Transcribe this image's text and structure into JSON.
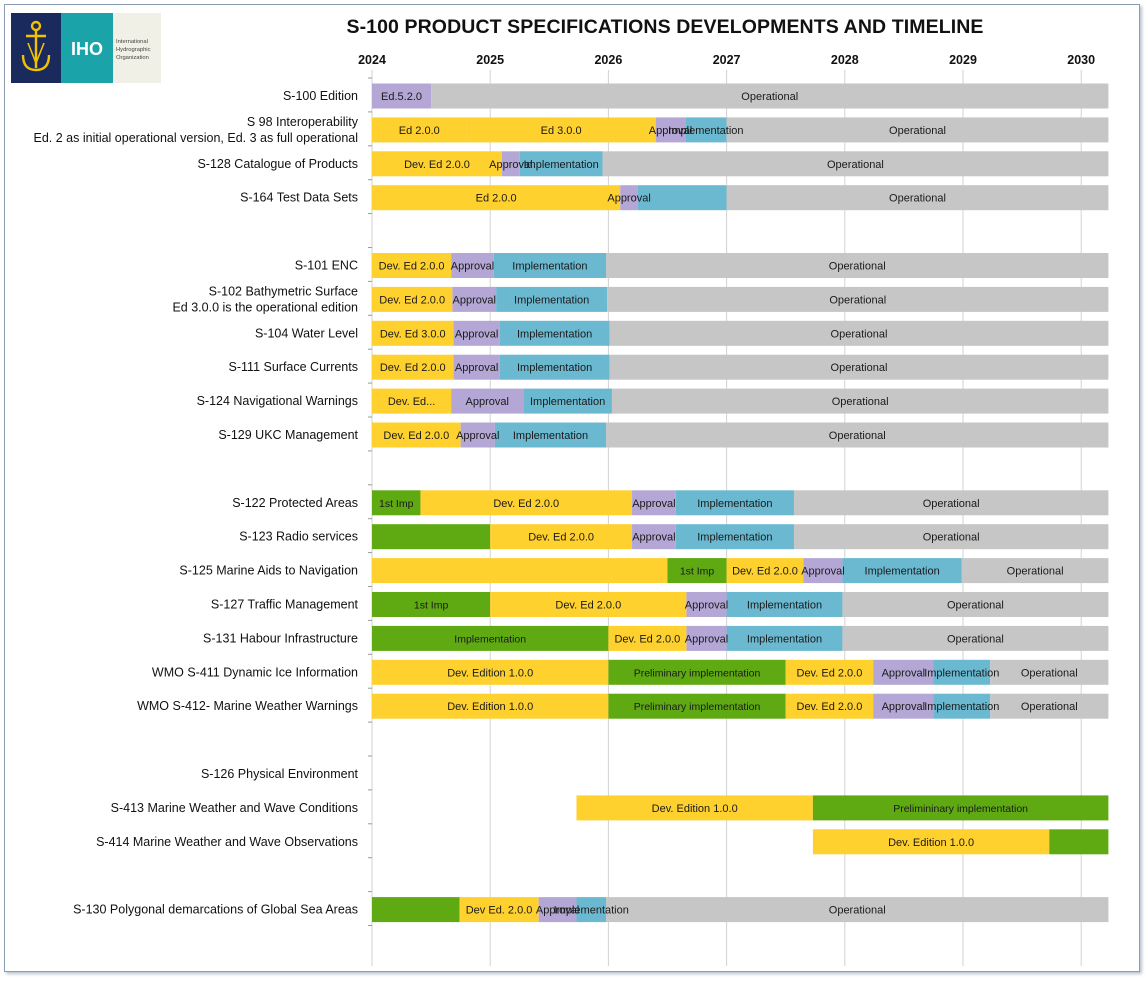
{
  "title": "S-100 PRODUCT SPECIFICATIONS DEVELOPMENTS AND TIMELINE",
  "logo": {
    "abbr": "IHO",
    "line1": "International",
    "line2": "Hydrographic",
    "line3": "Organization",
    "colors": {
      "navy": "#1b2a5c",
      "gold": "#f2c200",
      "teal": "#1aa3a9"
    }
  },
  "colors": {
    "dev": "#ffd12e",
    "approval": "#b4a7d6",
    "implementation": "#6ab9d1",
    "operational": "#c6c6c6",
    "green": "#5fa912"
  },
  "chart_data": {
    "type": "gantt",
    "title": "S-100 PRODUCT SPECIFICATIONS DEVELOPMENTS AND TIMELINE",
    "x_ticks": [
      "2024",
      "2025",
      "2026",
      "2027",
      "2028",
      "2029",
      "2030"
    ],
    "x_range": [
      2024.0,
      2030.23
    ],
    "rows": [
      {
        "label": [
          "S-100 Edition"
        ],
        "bars": [
          {
            "start": 2024.0,
            "end": 2024.5,
            "phase": "approval",
            "text": "Ed.5.2.0"
          },
          {
            "start": 2024.5,
            "end": 2030.23,
            "phase": "operational",
            "text": "Operational"
          }
        ]
      },
      {
        "label": [
          "S 98 Interoperability",
          "Ed. 2 as initial operational version, Ed. 3 as full operational"
        ],
        "bars": [
          {
            "start": 2024.0,
            "end": 2024.8,
            "phase": "dev",
            "text": "Ed 2.0.0"
          },
          {
            "start": 2024.8,
            "end": 2026.4,
            "phase": "dev",
            "text": "Ed 3.0.0"
          },
          {
            "start": 2026.4,
            "end": 2026.65,
            "phase": "approval",
            "text": "Approval"
          },
          {
            "start": 2026.65,
            "end": 2027.0,
            "phase": "implementation",
            "text": "Implementation"
          },
          {
            "start": 2027.0,
            "end": 2030.23,
            "phase": "operational",
            "text": "Operational"
          }
        ]
      },
      {
        "label": [
          "S-128 Catalogue of Products"
        ],
        "bars": [
          {
            "start": 2024.0,
            "end": 2025.1,
            "phase": "dev",
            "text": "Dev. Ed 2.0.0"
          },
          {
            "start": 2025.1,
            "end": 2025.25,
            "phase": "approval",
            "text": "Approval"
          },
          {
            "start": 2025.25,
            "end": 2025.95,
            "phase": "implementation",
            "text": "Implementation"
          },
          {
            "start": 2025.95,
            "end": 2030.23,
            "phase": "operational",
            "text": "Operational"
          }
        ]
      },
      {
        "label": [
          "S-164 Test Data Sets"
        ],
        "bars": [
          {
            "start": 2024.0,
            "end": 2026.1,
            "phase": "dev",
            "text": "Ed 2.0.0"
          },
          {
            "start": 2026.1,
            "end": 2026.25,
            "phase": "approval",
            "text": "Approval"
          },
          {
            "start": 2026.25,
            "end": 2027.0,
            "phase": "implementation",
            "text": ""
          },
          {
            "start": 2027.0,
            "end": 2030.23,
            "phase": "operational",
            "text": "Operational"
          }
        ]
      },
      {
        "label": [],
        "bars": []
      },
      {
        "label": [
          "S-101 ENC"
        ],
        "bars": [
          {
            "start": 2024.0,
            "end": 2024.67,
            "phase": "dev",
            "text": "Dev. Ed 2.0.0"
          },
          {
            "start": 2024.67,
            "end": 2025.03,
            "phase": "approval",
            "text": "Approval"
          },
          {
            "start": 2025.03,
            "end": 2025.98,
            "phase": "implementation",
            "text": "Implementation"
          },
          {
            "start": 2025.98,
            "end": 2030.23,
            "phase": "operational",
            "text": "Operational"
          }
        ]
      },
      {
        "label": [
          "S-102 Bathymetric Surface",
          "Ed 3.0.0 is the operational edition"
        ],
        "bars": [
          {
            "start": 2024.0,
            "end": 2024.68,
            "phase": "dev",
            "text": "Dev. Ed 2.0.0"
          },
          {
            "start": 2024.68,
            "end": 2025.05,
            "phase": "approval",
            "text": "Approval"
          },
          {
            "start": 2025.05,
            "end": 2025.99,
            "phase": "implementation",
            "text": "Implementation"
          },
          {
            "start": 2025.99,
            "end": 2030.23,
            "phase": "operational",
            "text": "Operational"
          }
        ]
      },
      {
        "label": [
          "S-104 Water Level"
        ],
        "bars": [
          {
            "start": 2024.0,
            "end": 2024.69,
            "phase": "dev",
            "text": "Dev. Ed 3.0.0"
          },
          {
            "start": 2024.69,
            "end": 2025.08,
            "phase": "approval",
            "text": "Approval"
          },
          {
            "start": 2025.08,
            "end": 2026.01,
            "phase": "implementation",
            "text": "Implementation"
          },
          {
            "start": 2026.01,
            "end": 2030.23,
            "phase": "operational",
            "text": "Operational"
          }
        ]
      },
      {
        "label": [
          "S-111 Surface Currents"
        ],
        "bars": [
          {
            "start": 2024.0,
            "end": 2024.69,
            "phase": "dev",
            "text": "Dev. Ed 2.0.0"
          },
          {
            "start": 2024.69,
            "end": 2025.08,
            "phase": "approval",
            "text": "Approval"
          },
          {
            "start": 2025.08,
            "end": 2026.01,
            "phase": "implementation",
            "text": "Implementation"
          },
          {
            "start": 2026.01,
            "end": 2030.23,
            "phase": "operational",
            "text": "Operational"
          }
        ]
      },
      {
        "label": [
          "S-124 Navigational Warnings"
        ],
        "bars": [
          {
            "start": 2024.0,
            "end": 2024.67,
            "phase": "dev",
            "text": "Dev. Ed..."
          },
          {
            "start": 2024.67,
            "end": 2025.28,
            "phase": "approval",
            "text": "Approval"
          },
          {
            "start": 2025.28,
            "end": 2026.03,
            "phase": "implementation",
            "text": "Implementation"
          },
          {
            "start": 2026.03,
            "end": 2030.23,
            "phase": "operational",
            "text": "Operational"
          }
        ]
      },
      {
        "label": [
          "S-129 UKC Management"
        ],
        "bars": [
          {
            "start": 2024.0,
            "end": 2024.75,
            "phase": "dev",
            "text": "Dev. Ed 2.0.0"
          },
          {
            "start": 2024.75,
            "end": 2025.04,
            "phase": "approval",
            "text": "Approval"
          },
          {
            "start": 2025.04,
            "end": 2025.98,
            "phase": "implementation",
            "text": "Implementation"
          },
          {
            "start": 2025.98,
            "end": 2030.23,
            "phase": "operational",
            "text": "Operational"
          }
        ]
      },
      {
        "label": [],
        "bars": []
      },
      {
        "label": [
          "S-122 Protected Areas"
        ],
        "bars": [
          {
            "start": 2024.0,
            "end": 2024.41,
            "phase": "green",
            "text": "1st Imp"
          },
          {
            "start": 2024.41,
            "end": 2026.2,
            "phase": "dev",
            "text": "Dev. Ed 2.0.0"
          },
          {
            "start": 2026.2,
            "end": 2026.57,
            "phase": "approval",
            "text": "Approval"
          },
          {
            "start": 2026.57,
            "end": 2027.57,
            "phase": "implementation",
            "text": "Implementation"
          },
          {
            "start": 2027.57,
            "end": 2030.23,
            "phase": "operational",
            "text": "Operational"
          }
        ]
      },
      {
        "label": [
          "S-123 Radio services"
        ],
        "bars": [
          {
            "start": 2024.0,
            "end": 2025.0,
            "phase": "green",
            "text": ""
          },
          {
            "start": 2025.0,
            "end": 2026.2,
            "phase": "dev",
            "text": "Dev. Ed 2.0.0"
          },
          {
            "start": 2026.2,
            "end": 2026.57,
            "phase": "approval",
            "text": "Approval"
          },
          {
            "start": 2026.57,
            "end": 2027.57,
            "phase": "implementation",
            "text": "Implementation"
          },
          {
            "start": 2027.57,
            "end": 2030.23,
            "phase": "operational",
            "text": "Operational"
          }
        ]
      },
      {
        "label": [
          "S-125  Marine Aids to Navigation"
        ],
        "bars": [
          {
            "start": 2024.0,
            "end": 2026.5,
            "phase": "dev",
            "text": ""
          },
          {
            "start": 2026.5,
            "end": 2027.0,
            "phase": "green",
            "text": "1st Imp"
          },
          {
            "start": 2027.0,
            "end": 2027.65,
            "phase": "dev",
            "text": "Dev. Ed 2.0.0"
          },
          {
            "start": 2027.65,
            "end": 2027.98,
            "phase": "approval",
            "text": "Approval"
          },
          {
            "start": 2027.98,
            "end": 2028.99,
            "phase": "implementation",
            "text": "Implementation"
          },
          {
            "start": 2028.99,
            "end": 2030.23,
            "phase": "operational",
            "text": "Operational"
          }
        ]
      },
      {
        "label": [
          "S-127 Traffic Management"
        ],
        "bars": [
          {
            "start": 2024.0,
            "end": 2025.0,
            "phase": "green",
            "text": "1st Imp"
          },
          {
            "start": 2025.0,
            "end": 2026.66,
            "phase": "dev",
            "text": "Dev. Ed 2.0.0"
          },
          {
            "start": 2026.66,
            "end": 2027.0,
            "phase": "approval",
            "text": "Approval"
          },
          {
            "start": 2027.0,
            "end": 2027.98,
            "phase": "implementation",
            "text": "Implementation"
          },
          {
            "start": 2027.98,
            "end": 2030.23,
            "phase": "operational",
            "text": "Operational"
          }
        ]
      },
      {
        "label": [
          "S-131 Habour Infrastructure"
        ],
        "bars": [
          {
            "start": 2024.0,
            "end": 2026.0,
            "phase": "green",
            "text": "Implementation"
          },
          {
            "start": 2026.0,
            "end": 2026.66,
            "phase": "dev",
            "text": "Dev. Ed 2.0.0"
          },
          {
            "start": 2026.66,
            "end": 2027.0,
            "phase": "approval",
            "text": "Approval"
          },
          {
            "start": 2027.0,
            "end": 2027.98,
            "phase": "implementation",
            "text": "Implementation"
          },
          {
            "start": 2027.98,
            "end": 2030.23,
            "phase": "operational",
            "text": "Operational"
          }
        ]
      },
      {
        "label": [
          "WMO S-411 Dynamic Ice Information"
        ],
        "bars": [
          {
            "start": 2024.0,
            "end": 2026.0,
            "phase": "dev",
            "text": "Dev. Edition 1.0.0"
          },
          {
            "start": 2026.0,
            "end": 2027.5,
            "phase": "green",
            "text": "Preliminary implementation"
          },
          {
            "start": 2027.5,
            "end": 2028.24,
            "phase": "dev",
            "text": "Dev. Ed 2.0.0"
          },
          {
            "start": 2028.24,
            "end": 2028.75,
            "phase": "approval",
            "text": "Approval"
          },
          {
            "start": 2028.75,
            "end": 2029.23,
            "phase": "implementation",
            "text": "Implementation"
          },
          {
            "start": 2029.23,
            "end": 2030.23,
            "phase": "operational",
            "text": "Operational"
          }
        ]
      },
      {
        "label": [
          "WMO S-412- Marine Weather Warnings"
        ],
        "bars": [
          {
            "start": 2024.0,
            "end": 2026.0,
            "phase": "dev",
            "text": "Dev. Edition 1.0.0"
          },
          {
            "start": 2026.0,
            "end": 2027.5,
            "phase": "green",
            "text": "Preliminary implementation"
          },
          {
            "start": 2027.5,
            "end": 2028.24,
            "phase": "dev",
            "text": "Dev. Ed 2.0.0"
          },
          {
            "start": 2028.24,
            "end": 2028.75,
            "phase": "approval",
            "text": "Approval"
          },
          {
            "start": 2028.75,
            "end": 2029.23,
            "phase": "implementation",
            "text": "Implementation"
          },
          {
            "start": 2029.23,
            "end": 2030.23,
            "phase": "operational",
            "text": "Operational"
          }
        ]
      },
      {
        "label": [],
        "bars": []
      },
      {
        "label": [
          "S-126 Physical Environment"
        ],
        "bars": []
      },
      {
        "label": [
          "S-413 Marine Weather and Wave Conditions"
        ],
        "bars": [
          {
            "start": 2025.73,
            "end": 2027.73,
            "phase": "dev",
            "text": "Dev. Edition 1.0.0"
          },
          {
            "start": 2027.73,
            "end": 2030.23,
            "phase": "green",
            "text": "Prelimininary implementation"
          }
        ]
      },
      {
        "label": [
          "S-414 Marine Weather and Wave Observations"
        ],
        "bars": [
          {
            "start": 2027.73,
            "end": 2029.73,
            "phase": "dev",
            "text": "Dev. Edition 1.0.0"
          },
          {
            "start": 2029.73,
            "end": 2030.23,
            "phase": "green",
            "text": ""
          }
        ]
      },
      {
        "label": [],
        "bars": []
      },
      {
        "label": [
          "S-130 Polygonal demarcations of Global Sea Areas"
        ],
        "bars": [
          {
            "start": 2024.0,
            "end": 2024.74,
            "phase": "green",
            "text": ""
          },
          {
            "start": 2024.74,
            "end": 2025.41,
            "phase": "dev",
            "text": "Dev Ed. 2.0.0"
          },
          {
            "start": 2025.41,
            "end": 2025.73,
            "phase": "approval",
            "text": "Approval"
          },
          {
            "start": 2025.73,
            "end": 2025.98,
            "phase": "implementation",
            "text": "Implementation"
          },
          {
            "start": 2025.98,
            "end": 2030.23,
            "phase": "operational",
            "text": "Operational"
          }
        ]
      }
    ]
  }
}
